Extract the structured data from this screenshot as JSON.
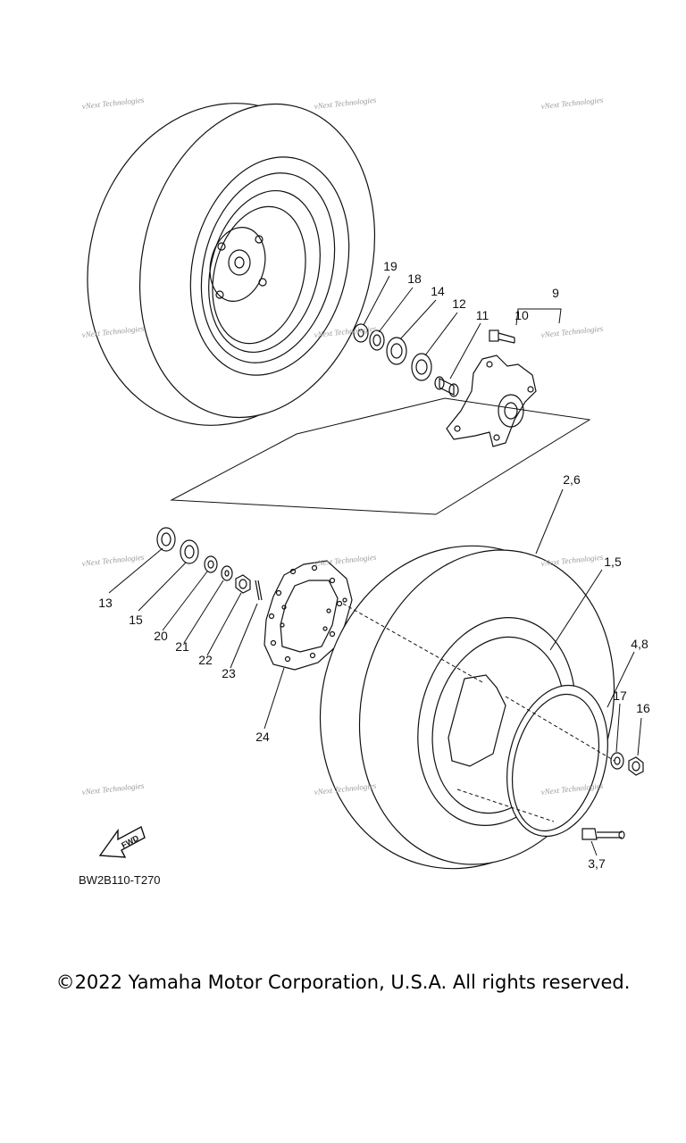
{
  "diagram_code": "BW2B110-T270",
  "fwd_label": "FWD",
  "copyright": "©2022 Yamaha Motor Corporation, U.S.A. All rights reserved.",
  "watermark": "vNext Technologies",
  "part_labels": {
    "p1_5": "1,5",
    "p2_6": "2,6",
    "p3_7": "3,7",
    "p4_8": "4,8",
    "p9": "9",
    "p10": "10",
    "p11": "11",
    "p12": "12",
    "p13": "13",
    "p14": "14",
    "p15": "15",
    "p16": "16",
    "p17": "17",
    "p18": "18",
    "p19": "19",
    "p20": "20",
    "p21": "21",
    "p22": "22",
    "p23": "23",
    "p24": "24"
  }
}
